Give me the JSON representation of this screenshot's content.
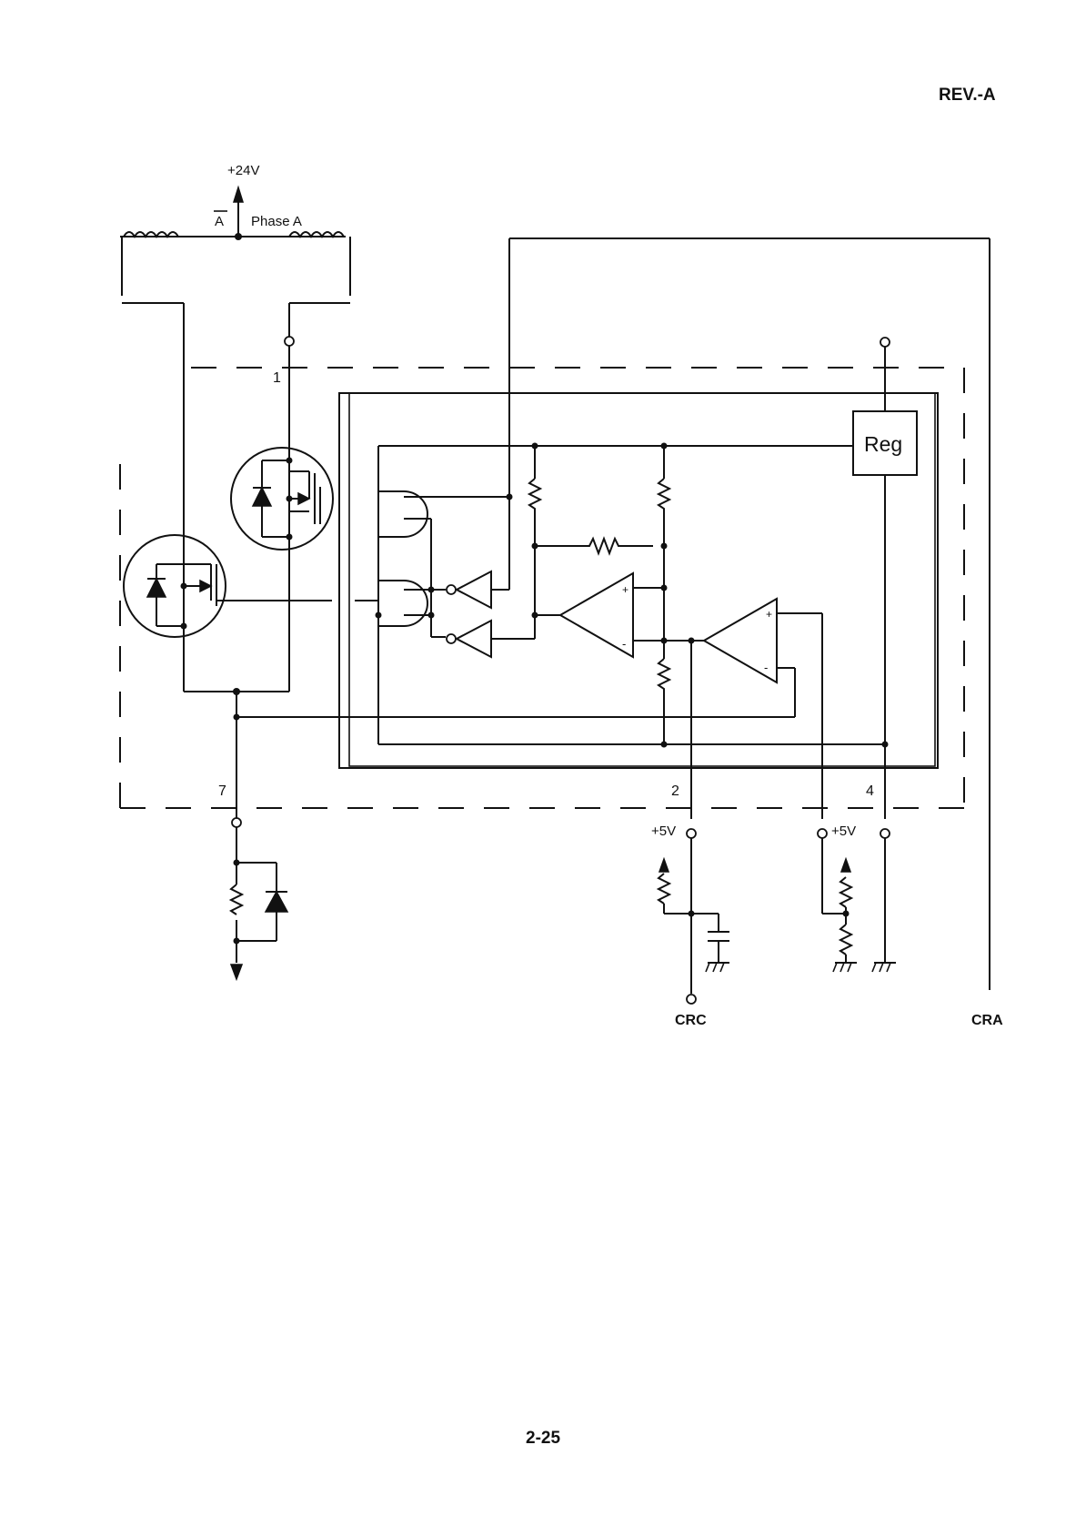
{
  "header": {
    "revision": "REV.-A"
  },
  "footer": {
    "page_number": "2-25"
  },
  "diagram": {
    "supply_label": "+24V",
    "phase_bar_label": "A",
    "phase_label": "Phase  A",
    "ic_block_label": "Reg",
    "pin_labels": {
      "pin1": "1",
      "pin2": "2",
      "pin4": "4",
      "pin7": "7"
    },
    "plus5v_left": "+5V",
    "plus5v_right": "+5V",
    "crc_label": "CRC",
    "cra_label": "CRA",
    "opamp_plus": "+",
    "opamp_minus": "-"
  }
}
